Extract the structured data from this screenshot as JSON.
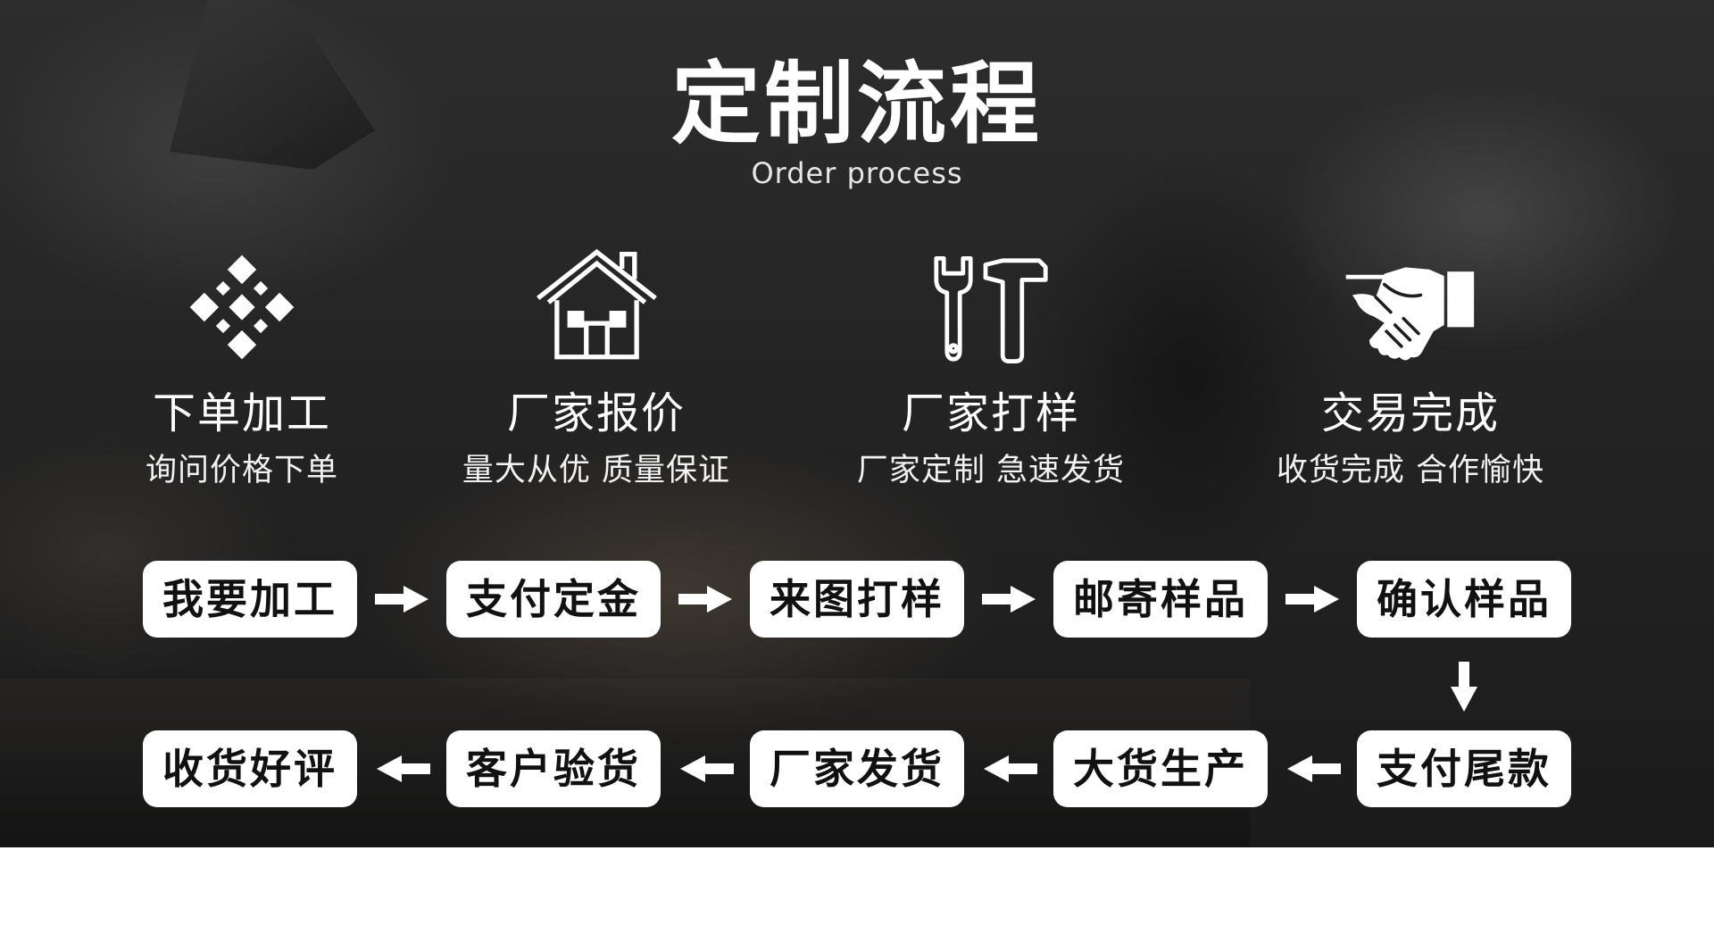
{
  "title": "定制流程",
  "subtitle": "Order process",
  "steps": [
    {
      "icon": "diamond-pattern-icon",
      "label": "下单加工",
      "desc": "询问价格下单"
    },
    {
      "icon": "house-icon",
      "label": "厂家报价",
      "desc": "量大从优 质量保证"
    },
    {
      "icon": "tools-icon",
      "label": "厂家打样",
      "desc": "厂家定制 急速发货"
    },
    {
      "icon": "handshake-icon",
      "label": "交易完成",
      "desc": "收货完成 合作愉快"
    }
  ],
  "flow": {
    "row1": [
      "我要加工",
      "支付定金",
      "来图打样",
      "邮寄样品",
      "确认样品"
    ],
    "row2": [
      "收货好评",
      "客户验货",
      "厂家发货",
      "大货生产",
      "支付尾款"
    ],
    "row1_arrow_icon": "arrow-right-icon",
    "turn_arrow_icon": "arrow-down-icon",
    "row2_arrow_icon": "arrow-left-icon"
  },
  "colors": {
    "background": "#242424",
    "text": "#ffffff",
    "box": "#ffffff",
    "box_text": "#111111",
    "page": "#ffffff"
  }
}
